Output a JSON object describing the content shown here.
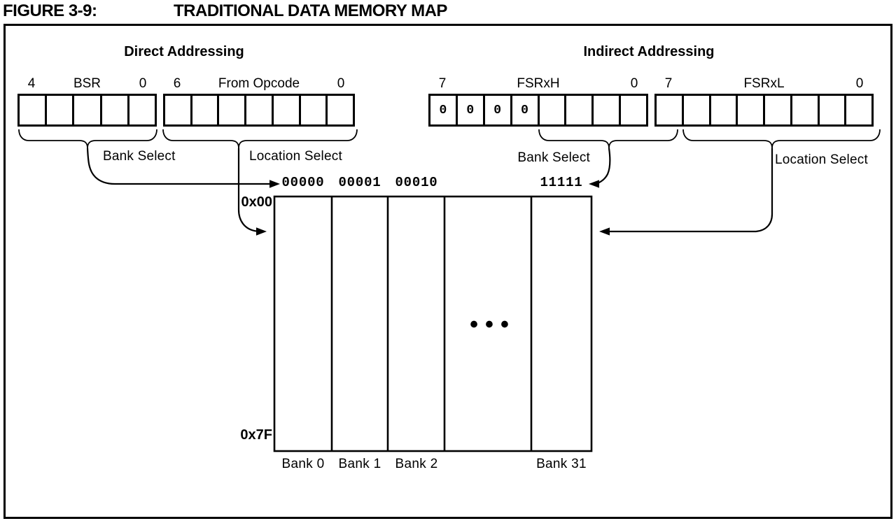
{
  "figure": {
    "label": "FIGURE 3-9:",
    "title": "TRADITIONAL DATA MEMORY MAP"
  },
  "direct": {
    "section_title": "Direct Addressing",
    "bsr": {
      "high_bit": "4",
      "name": "BSR",
      "low_bit": "0"
    },
    "opcode": {
      "high_bit": "6",
      "name": "From Opcode",
      "low_bit": "0"
    },
    "bank_select": "Bank Select",
    "location_select": "Location Select"
  },
  "indirect": {
    "section_title": "Indirect Addressing",
    "fsrxh": {
      "high_bit": "7",
      "name": "FSRxH",
      "low_bit": "0",
      "cell_values": [
        "0",
        "0",
        "0",
        "0",
        "",
        "",
        "",
        ""
      ]
    },
    "fsrxl": {
      "high_bit": "7",
      "name": "FSRxL",
      "low_bit": "0",
      "cell_values": [
        "",
        "",
        "",
        "",
        "",
        "",
        "",
        ""
      ]
    },
    "bank_select": "Bank Select",
    "location_select": "Location Select"
  },
  "memory_map": {
    "bank_codes": [
      "00000",
      "00001",
      "00010",
      "11111"
    ],
    "top_address": "0x00",
    "bottom_address": "0x7F",
    "ellipsis": "•••",
    "bank_labels": [
      "Bank 0",
      "Bank 1",
      "Bank 2",
      "Bank 31"
    ]
  },
  "colors": {
    "ink": "#000000",
    "paper": "#ffffff"
  }
}
